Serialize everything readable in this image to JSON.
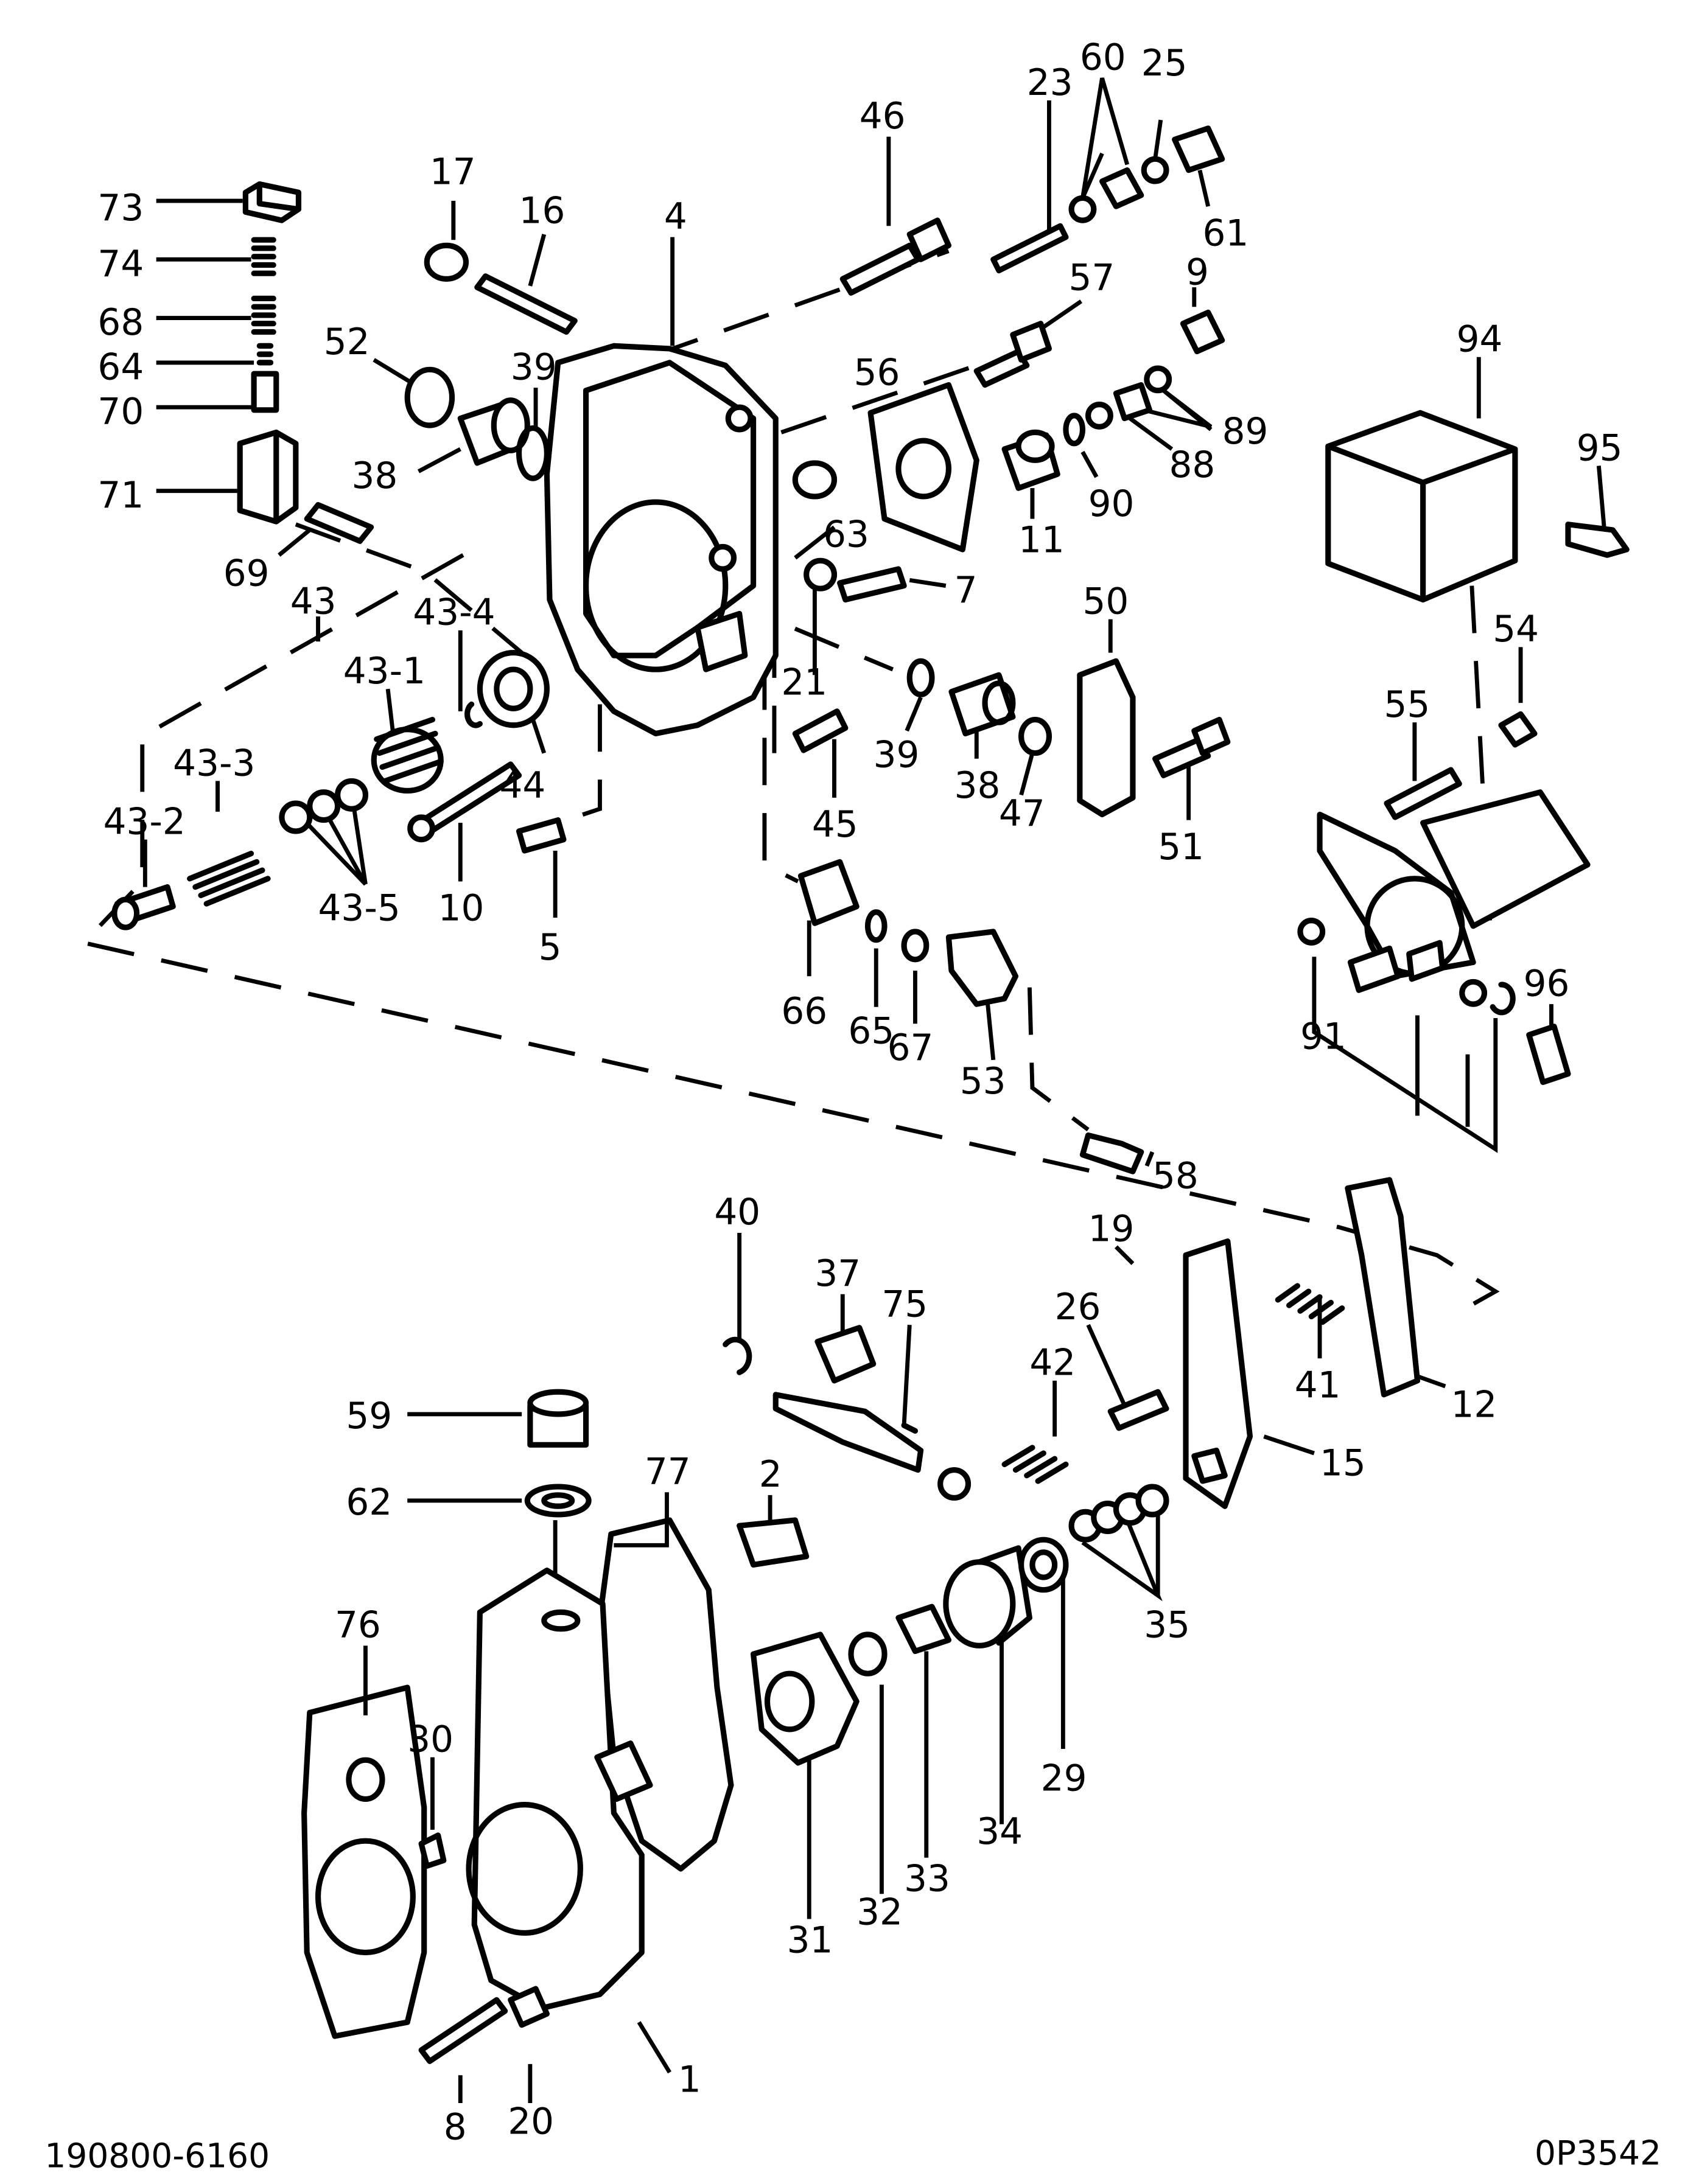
{
  "diagram": {
    "part_callouts": [
      {
        "id": "73",
        "label": "73"
      },
      {
        "id": "74",
        "label": "74"
      },
      {
        "id": "68",
        "label": "68"
      },
      {
        "id": "64",
        "label": "64"
      },
      {
        "id": "70",
        "label": "70"
      },
      {
        "id": "71",
        "label": "71"
      },
      {
        "id": "69",
        "label": "69"
      },
      {
        "id": "43",
        "label": "43"
      },
      {
        "id": "43-4",
        "label": "43-4"
      },
      {
        "id": "43-1",
        "label": "43-1"
      },
      {
        "id": "43-3",
        "label": "43-3"
      },
      {
        "id": "43-2",
        "label": "43-2"
      },
      {
        "id": "43-5",
        "label": "43-5"
      },
      {
        "id": "17",
        "label": "17"
      },
      {
        "id": "16",
        "label": "16"
      },
      {
        "id": "4",
        "label": "4"
      },
      {
        "id": "52",
        "label": "52"
      },
      {
        "id": "39a",
        "label": "39"
      },
      {
        "id": "38a",
        "label": "38"
      },
      {
        "id": "44",
        "label": "44"
      },
      {
        "id": "10",
        "label": "10"
      },
      {
        "id": "5",
        "label": "5"
      },
      {
        "id": "46",
        "label": "46"
      },
      {
        "id": "23",
        "label": "23"
      },
      {
        "id": "60",
        "label": "60"
      },
      {
        "id": "25",
        "label": "25"
      },
      {
        "id": "61",
        "label": "61"
      },
      {
        "id": "57",
        "label": "57"
      },
      {
        "id": "9",
        "label": "9"
      },
      {
        "id": "56",
        "label": "56"
      },
      {
        "id": "89",
        "label": "89"
      },
      {
        "id": "88",
        "label": "88"
      },
      {
        "id": "90",
        "label": "90"
      },
      {
        "id": "11",
        "label": "11"
      },
      {
        "id": "63",
        "label": "63"
      },
      {
        "id": "7",
        "label": "7"
      },
      {
        "id": "21",
        "label": "21"
      },
      {
        "id": "45",
        "label": "45"
      },
      {
        "id": "39b",
        "label": "39"
      },
      {
        "id": "38b",
        "label": "38"
      },
      {
        "id": "47",
        "label": "47"
      },
      {
        "id": "50",
        "label": "50"
      },
      {
        "id": "51",
        "label": "51"
      },
      {
        "id": "94",
        "label": "94"
      },
      {
        "id": "95",
        "label": "95"
      },
      {
        "id": "54",
        "label": "54"
      },
      {
        "id": "55",
        "label": "55"
      },
      {
        "id": "66",
        "label": "66"
      },
      {
        "id": "65",
        "label": "65"
      },
      {
        "id": "67",
        "label": "67"
      },
      {
        "id": "53",
        "label": "53"
      },
      {
        "id": "58",
        "label": "58"
      },
      {
        "id": "91",
        "label": "91"
      },
      {
        "id": "96",
        "label": "96"
      },
      {
        "id": "40",
        "label": "40"
      },
      {
        "id": "37",
        "label": "37"
      },
      {
        "id": "75",
        "label": "75"
      },
      {
        "id": "19",
        "label": "19"
      },
      {
        "id": "26",
        "label": "26"
      },
      {
        "id": "42",
        "label": "42"
      },
      {
        "id": "41",
        "label": "41"
      },
      {
        "id": "12",
        "label": "12"
      },
      {
        "id": "15",
        "label": "15"
      },
      {
        "id": "59",
        "label": "59"
      },
      {
        "id": "62",
        "label": "62"
      },
      {
        "id": "77",
        "label": "77"
      },
      {
        "id": "2",
        "label": "2"
      },
      {
        "id": "35",
        "label": "35"
      },
      {
        "id": "76",
        "label": "76"
      },
      {
        "id": "30",
        "label": "30"
      },
      {
        "id": "31",
        "label": "31"
      },
      {
        "id": "32",
        "label": "32"
      },
      {
        "id": "33",
        "label": "33"
      },
      {
        "id": "34",
        "label": "34"
      },
      {
        "id": "29",
        "label": "29"
      },
      {
        "id": "1",
        "label": "1"
      },
      {
        "id": "8",
        "label": "8"
      },
      {
        "id": "20",
        "label": "20"
      }
    ]
  },
  "footer": {
    "drawing_number": "190800-6160",
    "page_code": "0P3542"
  }
}
